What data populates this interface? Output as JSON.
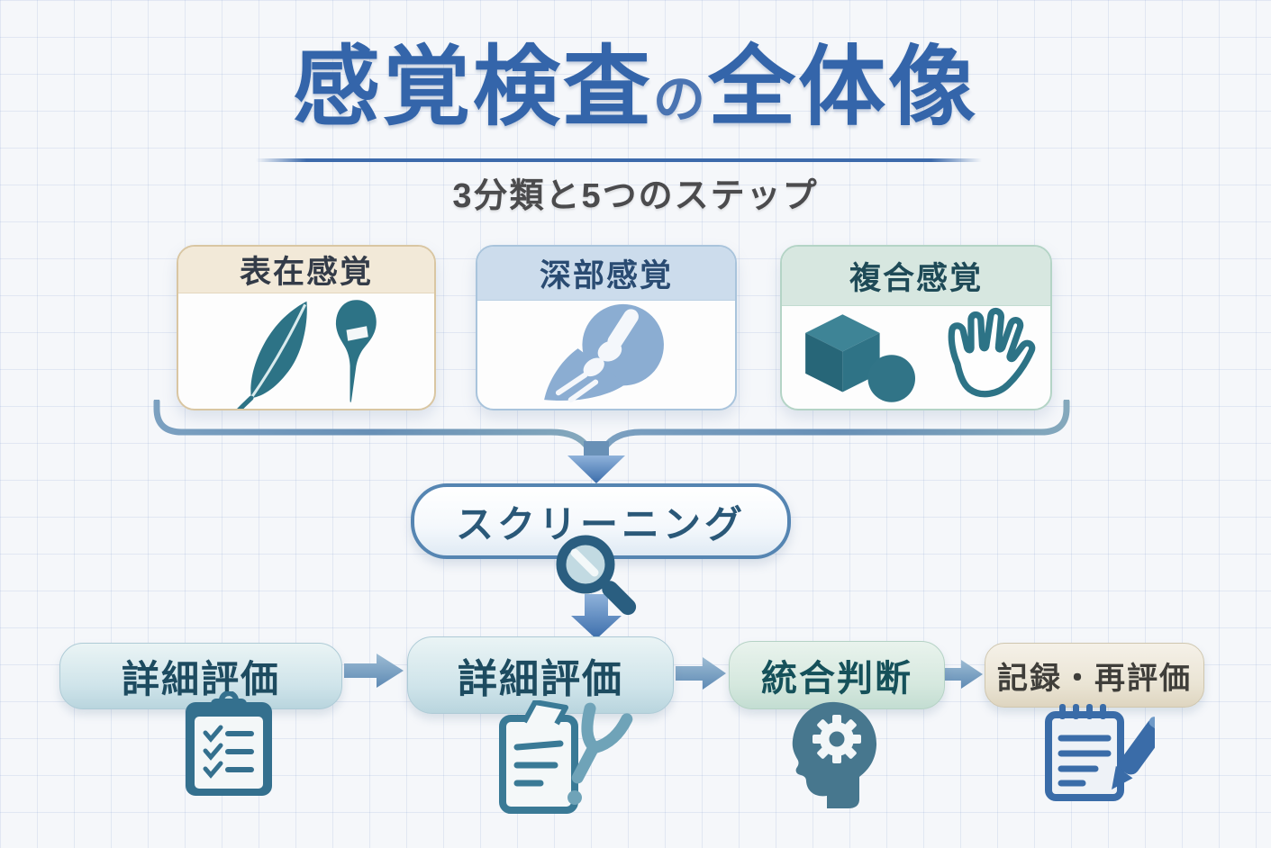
{
  "title": {
    "part1": "感覚検査",
    "particle": "の",
    "part2": "全体像",
    "subtitle": "3分類と5つのステップ"
  },
  "categories": [
    {
      "id": "superficial",
      "label": "表在感覚",
      "icons": [
        "feather-icon",
        "pin-icon"
      ],
      "header_bg": "#f2e9d8",
      "border_color": "#d9c6a2",
      "icon_color": "#2d7386"
    },
    {
      "id": "deep",
      "label": "深部感覚",
      "icons": [
        "joint-icon"
      ],
      "header_bg": "#ccdcec",
      "border_color": "#a9c4dc",
      "icon_color": "#8badd2"
    },
    {
      "id": "combined",
      "label": "複合感覚",
      "icons": [
        "cube-icon",
        "sphere-icon",
        "hand-icon"
      ],
      "header_bg": "#d7e7e0",
      "border_color": "#b4d4c6",
      "icon_color": "#2d7386"
    }
  ],
  "screening": {
    "label": "スクリーニング",
    "icon": "magnifier-icon"
  },
  "steps": [
    {
      "label": "詳細評価",
      "icon": "clipboard-checklist-icon",
      "bg": "#cfe4ea",
      "text_color": "#1d4b60"
    },
    {
      "label": "詳細評価",
      "icon": "document-tuning-fork-icon",
      "bg": "#cfe4ea",
      "text_color": "#1d4b60"
    },
    {
      "label": "統合判断",
      "icon": "head-gear-icon",
      "bg": "#d5e8de",
      "text_color": "#15515a"
    },
    {
      "label": "記録・再評価",
      "icon": "notepad-pen-icon",
      "bg": "#eae4d4",
      "text_color": "#3f3e3a"
    }
  ],
  "palette": {
    "title_blue": "#3465aa",
    "subtitle_gray": "#4b4b4d",
    "connector_blue": "#7095b8",
    "arrow_blue": "#4c7cb0",
    "teal_icon": "#2d7386",
    "light_blue_icon": "#8badd2",
    "note_blue": "#3a6ca8",
    "screen_border_blue": "#5585b2",
    "background": "#f5f7fa",
    "grid_line": "#cdd8ea"
  }
}
